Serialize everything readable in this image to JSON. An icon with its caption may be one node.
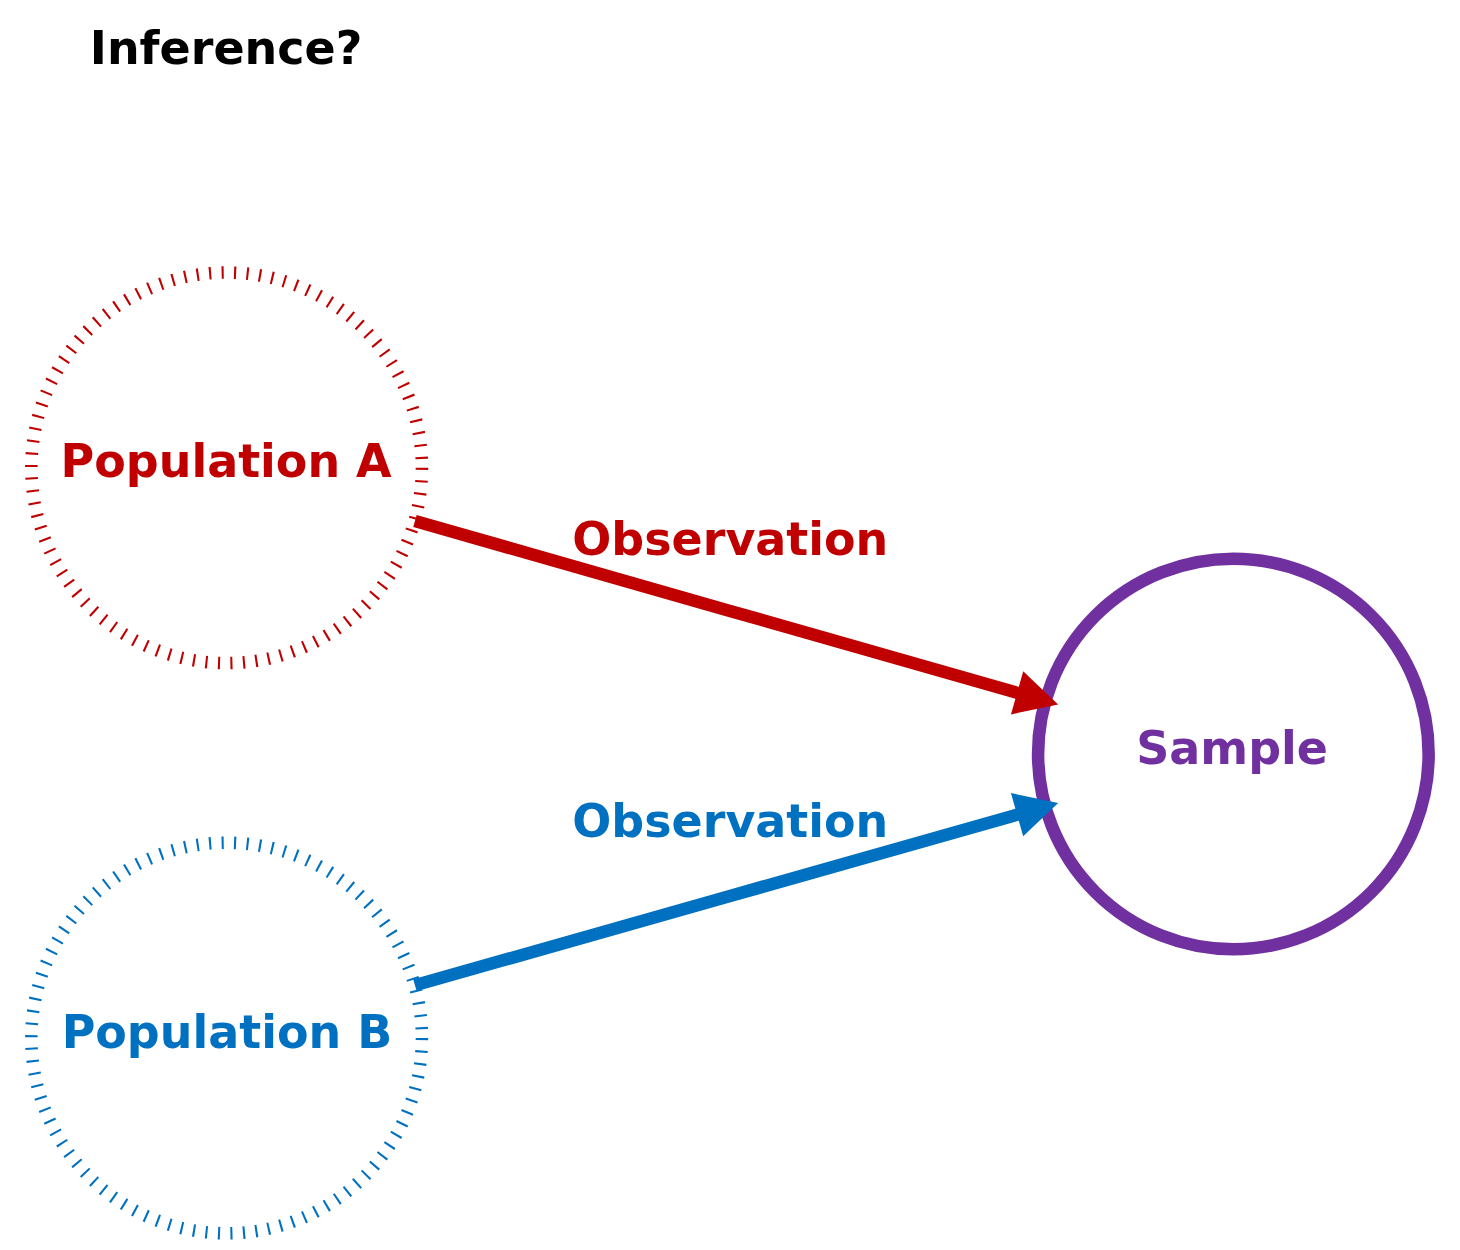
{
  "diagram": {
    "nodes": [
      {
        "text": [
          "Population A"
        ]
      },
      {
        "text": [
          "Sample"
        ]
      },
      {
        "text": [
          "Population B"
        ]
      }
    ],
    "edges": [
      {
        "from": 0,
        "to": 1,
        "arrow": "to",
        "label": "Observation",
        "color": "#c00000"
      },
      {
        "from": 2,
        "to": 1,
        "arrow": "to",
        "label": "Observation",
        "color": "#0070c0"
      }
    ],
    "labels": [
      "Inference?"
    ]
  }
}
